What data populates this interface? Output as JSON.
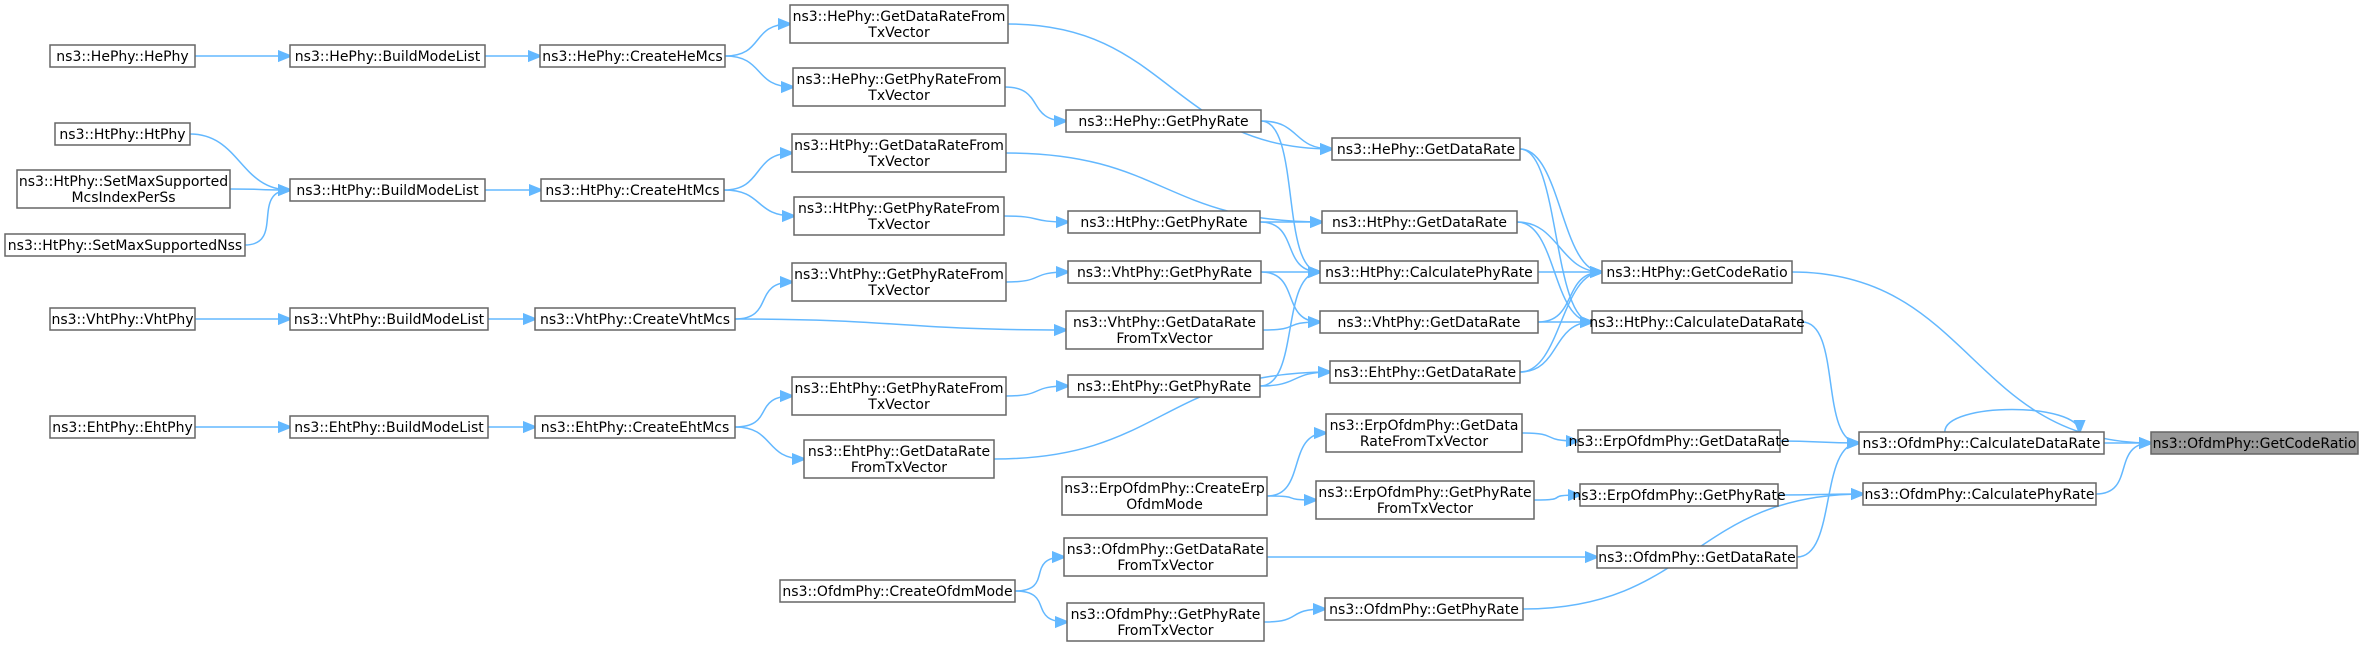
{
  "diagram": {
    "type": "call-graph",
    "edge_color": "#63b8ff",
    "root_fill": "#999999",
    "node_fill": "#ffffff",
    "node_border": "#666666",
    "nodes": {
      "hephy_hephy": {
        "label": [
          "ns3::HePhy::HePhy"
        ]
      },
      "hephy_buildmodelist": {
        "label": [
          "ns3::HePhy::BuildModeList"
        ]
      },
      "hephy_createhemcs": {
        "label": [
          "ns3::HePhy::CreateHeMcs"
        ]
      },
      "hephy_getdataratefromtxvector": {
        "label": [
          "ns3::HePhy::GetDataRateFrom",
          "TxVector"
        ]
      },
      "hephy_getphyratefromtxvector": {
        "label": [
          "ns3::HePhy::GetPhyRateFrom",
          "TxVector"
        ]
      },
      "hephy_getphyrate": {
        "label": [
          "ns3::HePhy::GetPhyRate"
        ]
      },
      "hephy_getdatarate": {
        "label": [
          "ns3::HePhy::GetDataRate"
        ]
      },
      "htphy_htphy": {
        "label": [
          "ns3::HtPhy::HtPhy"
        ]
      },
      "htphy_setmaxsupportedmcsindexperss": {
        "label": [
          "ns3::HtPhy::SetMaxSupported",
          "McsIndexPerSs"
        ]
      },
      "htphy_setmaxsupportednss": {
        "label": [
          "ns3::HtPhy::SetMaxSupportedNss"
        ]
      },
      "htphy_buildmodelist": {
        "label": [
          "ns3::HtPhy::BuildModeList"
        ]
      },
      "htphy_createhtmcs": {
        "label": [
          "ns3::HtPhy::CreateHtMcs"
        ]
      },
      "htphy_getdataratefromtxvector": {
        "label": [
          "ns3::HtPhy::GetDataRateFrom",
          "TxVector"
        ]
      },
      "htphy_getphyratefromtxvector": {
        "label": [
          "ns3::HtPhy::GetPhyRateFrom",
          "TxVector"
        ]
      },
      "htphy_getphyrate": {
        "label": [
          "ns3::HtPhy::GetPhyRate"
        ]
      },
      "htphy_getdatarate": {
        "label": [
          "ns3::HtPhy::GetDataRate"
        ]
      },
      "htphy_calculatephyrate": {
        "label": [
          "ns3::HtPhy::CalculatePhyRate"
        ]
      },
      "htphy_getcoderatio": {
        "label": [
          "ns3::HtPhy::GetCodeRatio"
        ]
      },
      "htphy_calculatedatarate": {
        "label": [
          "ns3::HtPhy::CalculateDataRate"
        ]
      },
      "vhtphy_vhtphy": {
        "label": [
          "ns3::VhtPhy::VhtPhy"
        ]
      },
      "vhtphy_buildmodelist": {
        "label": [
          "ns3::VhtPhy::BuildModeList"
        ]
      },
      "vhtphy_createvhtmcs": {
        "label": [
          "ns3::VhtPhy::CreateVhtMcs"
        ]
      },
      "vhtphy_getphyratefromtxvector": {
        "label": [
          "ns3::VhtPhy::GetPhyRateFrom",
          "TxVector"
        ]
      },
      "vhtphy_getphyrate": {
        "label": [
          "ns3::VhtPhy::GetPhyRate"
        ]
      },
      "vhtphy_getdataratefromtxvector": {
        "label": [
          "ns3::VhtPhy::GetDataRate",
          "FromTxVector"
        ]
      },
      "vhtphy_getdatarate": {
        "label": [
          "ns3::VhtPhy::GetDataRate"
        ]
      },
      "ehtphy_ehtphy": {
        "label": [
          "ns3::EhtPhy::EhtPhy"
        ]
      },
      "ehtphy_buildmodelist": {
        "label": [
          "ns3::EhtPhy::BuildModeList"
        ]
      },
      "ehtphy_createehtmcs": {
        "label": [
          "ns3::EhtPhy::CreateEhtMcs"
        ]
      },
      "ehtphy_getphyratefromtxvector": {
        "label": [
          "ns3::EhtPhy::GetPhyRateFrom",
          "TxVector"
        ]
      },
      "ehtphy_getdataratefromtxvector": {
        "label": [
          "ns3::EhtPhy::GetDataRate",
          "FromTxVector"
        ]
      },
      "ehtphy_getphyrate": {
        "label": [
          "ns3::EhtPhy::GetPhyRate"
        ]
      },
      "ehtphy_getdatarate": {
        "label": [
          "ns3::EhtPhy::GetDataRate"
        ]
      },
      "erpofdmphy_createerpofdmmode": {
        "label": [
          "ns3::ErpOfdmPhy::CreateErp",
          "OfdmMode"
        ]
      },
      "erpofdmphy_getdataratefromtxvector": {
        "label": [
          "ns3::ErpOfdmPhy::GetData",
          "RateFromTxVector"
        ]
      },
      "erpofdmphy_getphyratefromtxvector": {
        "label": [
          "ns3::ErpOfdmPhy::GetPhyRate",
          "FromTxVector"
        ]
      },
      "erpofdmphy_getdatarate": {
        "label": [
          "ns3::ErpOfdmPhy::GetDataRate"
        ]
      },
      "erpofdmphy_getphyrate": {
        "label": [
          "ns3::ErpOfdmPhy::GetPhyRate"
        ]
      },
      "ofdmphy_createofdmmode": {
        "label": [
          "ns3::OfdmPhy::CreateOfdmMode"
        ]
      },
      "ofdmphy_getdataratefromtxvector": {
        "label": [
          "ns3::OfdmPhy::GetDataRate",
          "FromTxVector"
        ]
      },
      "ofdmphy_getphyratefromtxvector": {
        "label": [
          "ns3::OfdmPhy::GetPhyRate",
          "FromTxVector"
        ]
      },
      "ofdmphy_getdatarate": {
        "label": [
          "ns3::OfdmPhy::GetDataRate"
        ]
      },
      "ofdmphy_getphyrate": {
        "label": [
          "ns3::OfdmPhy::GetPhyRate"
        ]
      },
      "ofdmphy_calculatedatarate": {
        "label": [
          "ns3::OfdmPhy::CalculateDataRate"
        ]
      },
      "ofdmphy_calculatephyrate": {
        "label": [
          "ns3::OfdmPhy::CalculatePhyRate"
        ]
      },
      "ofdmphy_getcoderatio": {
        "label": [
          "ns3::OfdmPhy::GetCodeRatio"
        ],
        "root": true
      }
    },
    "edges": [
      [
        "hephy_hephy",
        "hephy_buildmodelist"
      ],
      [
        "hephy_buildmodelist",
        "hephy_createhemcs"
      ],
      [
        "hephy_createhemcs",
        "hephy_getdataratefromtxvector"
      ],
      [
        "hephy_createhemcs",
        "hephy_getphyratefromtxvector"
      ],
      [
        "hephy_getdataratefromtxvector",
        "hephy_getdatarate"
      ],
      [
        "hephy_getphyratefromtxvector",
        "hephy_getphyrate"
      ],
      [
        "hephy_getphyrate",
        "hephy_getdatarate"
      ],
      [
        "hephy_getphyrate",
        "htphy_calculatephyrate"
      ],
      [
        "hephy_getdatarate",
        "htphy_getcoderatio"
      ],
      [
        "hephy_getdatarate",
        "htphy_calculatedatarate"
      ],
      [
        "htphy_htphy",
        "htphy_buildmodelist"
      ],
      [
        "htphy_setmaxsupportedmcsindexperss",
        "htphy_buildmodelist"
      ],
      [
        "htphy_setmaxsupportednss",
        "htphy_buildmodelist"
      ],
      [
        "htphy_buildmodelist",
        "htphy_createhtmcs"
      ],
      [
        "htphy_createhtmcs",
        "htphy_getdataratefromtxvector"
      ],
      [
        "htphy_createhtmcs",
        "htphy_getphyratefromtxvector"
      ],
      [
        "htphy_getdataratefromtxvector",
        "htphy_getdatarate"
      ],
      [
        "htphy_getphyratefromtxvector",
        "htphy_getphyrate"
      ],
      [
        "htphy_getphyrate",
        "htphy_getdatarate"
      ],
      [
        "htphy_getphyrate",
        "htphy_calculatephyrate"
      ],
      [
        "htphy_getdatarate",
        "htphy_getcoderatio"
      ],
      [
        "htphy_getdatarate",
        "htphy_calculatedatarate"
      ],
      [
        "htphy_calculatephyrate",
        "htphy_getcoderatio"
      ],
      [
        "vhtphy_vhtphy",
        "vhtphy_buildmodelist"
      ],
      [
        "vhtphy_buildmodelist",
        "vhtphy_createvhtmcs"
      ],
      [
        "vhtphy_createvhtmcs",
        "vhtphy_getphyratefromtxvector"
      ],
      [
        "vhtphy_createvhtmcs",
        "vhtphy_getdataratefromtxvector"
      ],
      [
        "vhtphy_getphyratefromtxvector",
        "vhtphy_getphyrate"
      ],
      [
        "vhtphy_getphyrate",
        "htphy_calculatephyrate"
      ],
      [
        "vhtphy_getdataratefromtxvector",
        "vhtphy_getdatarate"
      ],
      [
        "vhtphy_getphyrate",
        "vhtphy_getdatarate"
      ],
      [
        "vhtphy_getdatarate",
        "htphy_getcoderatio"
      ],
      [
        "vhtphy_getdatarate",
        "htphy_calculatedatarate"
      ],
      [
        "ehtphy_ehtphy",
        "ehtphy_buildmodelist"
      ],
      [
        "ehtphy_buildmodelist",
        "ehtphy_createehtmcs"
      ],
      [
        "ehtphy_createehtmcs",
        "ehtphy_getphyratefromtxvector"
      ],
      [
        "ehtphy_createehtmcs",
        "ehtphy_getdataratefromtxvector"
      ],
      [
        "ehtphy_getphyratefromtxvector",
        "ehtphy_getphyrate"
      ],
      [
        "ehtphy_getphyrate",
        "htphy_calculatephyrate"
      ],
      [
        "ehtphy_getphyrate",
        "ehtphy_getdatarate"
      ],
      [
        "ehtphy_getdataratefromtxvector",
        "ehtphy_getdatarate"
      ],
      [
        "ehtphy_getdatarate",
        "htphy_getcoderatio"
      ],
      [
        "ehtphy_getdatarate",
        "htphy_calculatedatarate"
      ],
      [
        "htphy_calculatedatarate",
        "ofdmphy_calculatedatarate"
      ],
      [
        "htphy_getcoderatio",
        "ofdmphy_getcoderatio"
      ],
      [
        "erpofdmphy_createerpofdmmode",
        "erpofdmphy_getdataratefromtxvector"
      ],
      [
        "erpofdmphy_createerpofdmmode",
        "erpofdmphy_getphyratefromtxvector"
      ],
      [
        "erpofdmphy_getdataratefromtxvector",
        "erpofdmphy_getdatarate"
      ],
      [
        "erpofdmphy_getphyratefromtxvector",
        "erpofdmphy_getphyrate"
      ],
      [
        "erpofdmphy_getdatarate",
        "ofdmphy_calculatedatarate"
      ],
      [
        "erpofdmphy_getphyrate",
        "ofdmphy_calculatephyrate"
      ],
      [
        "ofdmphy_createofdmmode",
        "ofdmphy_getdataratefromtxvector"
      ],
      [
        "ofdmphy_createofdmmode",
        "ofdmphy_getphyratefromtxvector"
      ],
      [
        "ofdmphy_getdataratefromtxvector",
        "ofdmphy_getdatarate"
      ],
      [
        "ofdmphy_getphyratefromtxvector",
        "ofdmphy_getphyrate"
      ],
      [
        "ofdmphy_getdatarate",
        "ofdmphy_calculatedatarate"
      ],
      [
        "ofdmphy_getphyrate",
        "ofdmphy_calculatephyrate"
      ],
      [
        "ofdmphy_calculatedatarate",
        "ofdmphy_calculatedatarate"
      ],
      [
        "ofdmphy_calculatedatarate",
        "ofdmphy_getcoderatio"
      ],
      [
        "ofdmphy_calculatephyrate",
        "ofdmphy_getcoderatio"
      ]
    ]
  }
}
